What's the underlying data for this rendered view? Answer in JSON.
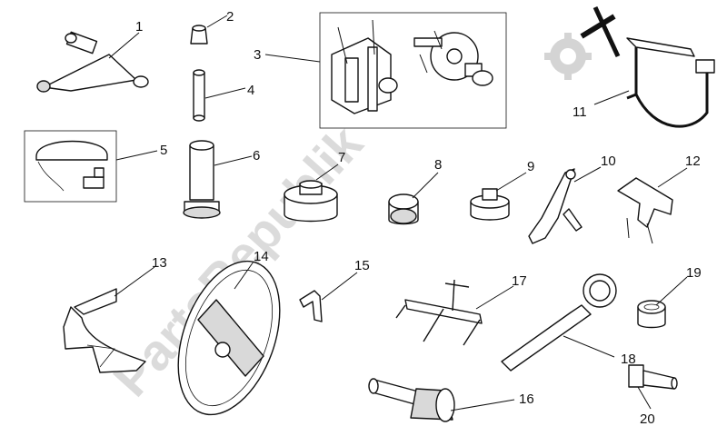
{
  "watermark": {
    "text": "PartsRepublik",
    "color": "#cfcfcf"
  },
  "callouts": [
    "1",
    "2",
    "3",
    "4",
    "5",
    "6",
    "7",
    "8",
    "9",
    "10",
    "11",
    "12",
    "13",
    "14",
    "15",
    "16",
    "17",
    "18",
    "19",
    "20"
  ],
  "colors": {
    "ink": "#111111",
    "background": "#ffffff"
  }
}
